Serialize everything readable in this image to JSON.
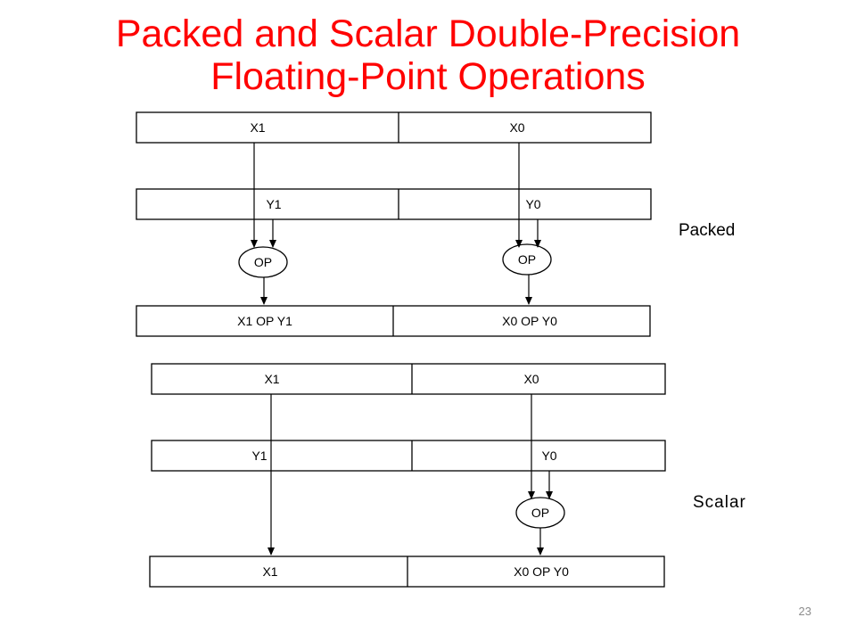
{
  "title": {
    "line1": "Packed and Scalar Double-Precision",
    "line2": "Floating-Point Operations"
  },
  "packed": {
    "label": "Packed",
    "source1": [
      "X1",
      "X0"
    ],
    "source2": [
      "Y1",
      "Y0"
    ],
    "op": [
      "OP",
      "OP"
    ],
    "result": [
      "X1 OP Y1",
      "X0 OP Y0"
    ]
  },
  "scalar": {
    "label": "Scalar",
    "source1": [
      "X1",
      "X0"
    ],
    "source2": [
      "Y1",
      "Y0"
    ],
    "op": [
      "OP"
    ],
    "result": [
      "X1",
      "X0 OP Y0"
    ]
  },
  "page_number": "23",
  "colors": {
    "title": "#ff0000",
    "line": "#000000",
    "page_number": "#8c8c8c"
  }
}
